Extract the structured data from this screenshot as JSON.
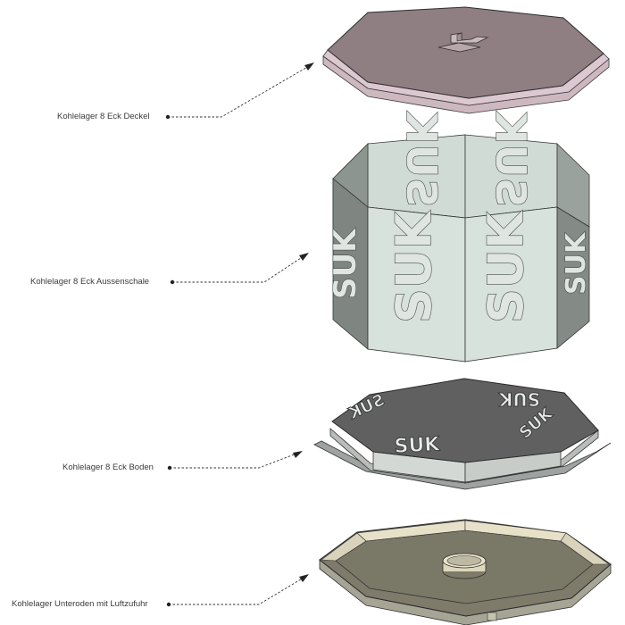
{
  "labels": {
    "lid": "Kohlelager 8 Eck Deckel",
    "shell": "Kohlelager 8 Eck Aussenschale",
    "bottom": "Kohlelager 8 Eck Boden",
    "base": "Kohlelager Unteroden mit Luftzufuhr"
  },
  "engraving": "SUK",
  "colors": {
    "lid_top": "#8d7c80",
    "lid_side": "#d7c3cb",
    "shell_outer": "#d8e2dc",
    "shell_dark": "#848b87",
    "bottom_top": "#5f605f",
    "bottom_side": "#b8bcb9",
    "base_top": "#7e7b6b",
    "base_inner": "#e3dfc8"
  }
}
